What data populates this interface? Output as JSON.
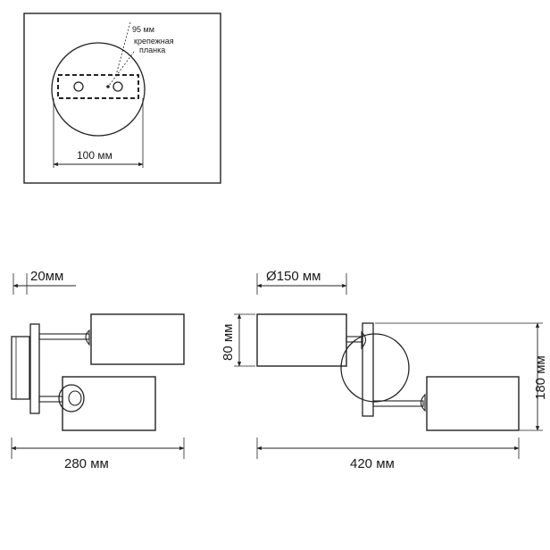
{
  "mounting_detail": {
    "plate_length_label": "95 мм",
    "plate_name_line1": "крепежная",
    "plate_name_line2": "планка",
    "base_diameter_label": "100 мм"
  },
  "side_view": {
    "base_thickness_label": "20мм",
    "depth_label": "280 мм"
  },
  "front_view": {
    "shade_diameter_label": "Ø150 мм",
    "shade_height_label": "80 мм",
    "total_height_label": "180 мм",
    "total_width_label": "420 мм"
  }
}
